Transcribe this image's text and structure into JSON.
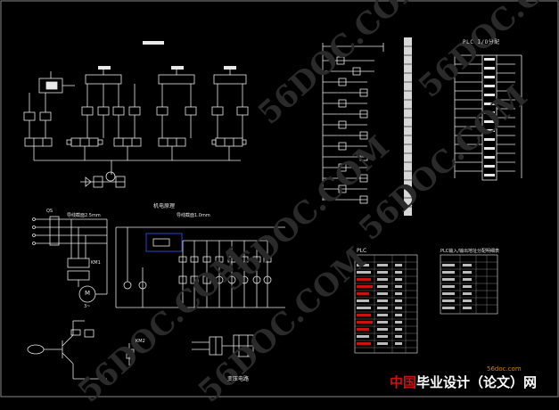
{
  "labels": {
    "plc_io_title": "PLC  I/O分配",
    "plc_table_title": "PLC",
    "plc_table2_title": "PLC输入/输出地址分配明细表",
    "motor_circuit_title": "机电原理",
    "wire_left": "导线截面2.5mm",
    "wire_right": "导线截面1.0mm",
    "bottom_title": "变压电路",
    "motor_label": "M",
    "motor_sub": "3~",
    "relay_km1": "KM1",
    "relay_km2": "KM2",
    "qs_label": "QS"
  },
  "watermark": {
    "text": "56DOC.COM",
    "color": "#2a2a2a"
  },
  "brand": {
    "part1": "中国",
    "part2": "毕业设计（论文）网",
    "site": "56doc.com"
  },
  "colors": {
    "line": "#e8e8e8",
    "accent": "#cc1111",
    "highlight": "#3355ff",
    "background": "#000000"
  }
}
